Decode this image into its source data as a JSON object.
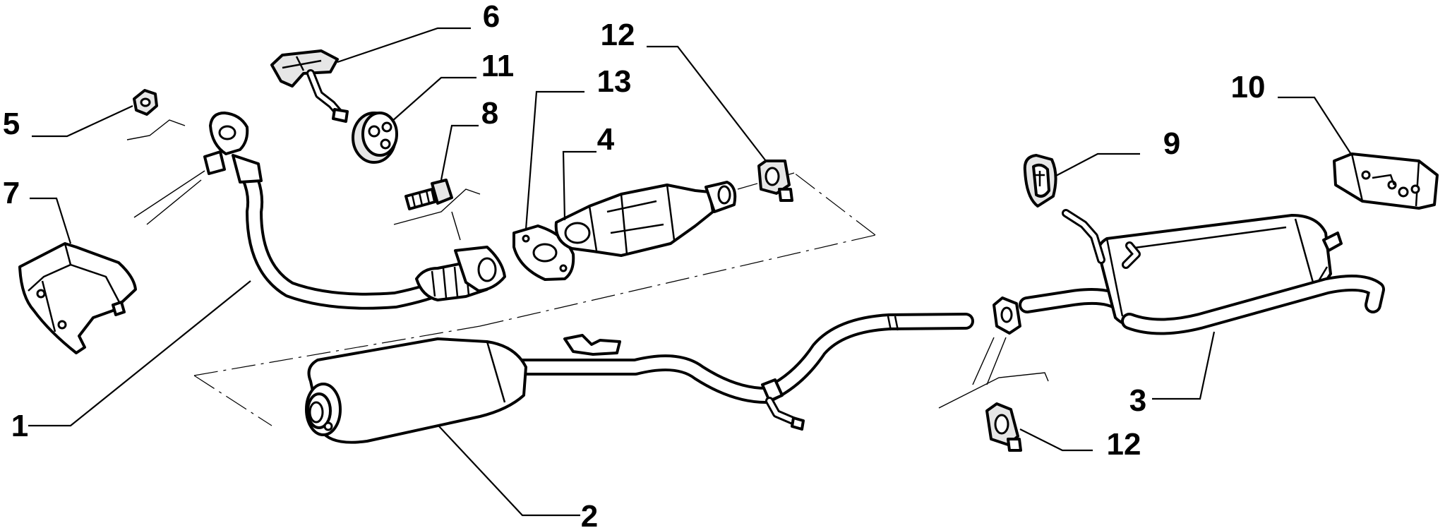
{
  "callouts": [
    {
      "id": "1",
      "label": "1"
    },
    {
      "id": "2",
      "label": "2"
    },
    {
      "id": "3",
      "label": "3"
    },
    {
      "id": "4",
      "label": "4"
    },
    {
      "id": "5",
      "label": "5"
    },
    {
      "id": "6",
      "label": "6"
    },
    {
      "id": "7",
      "label": "7"
    },
    {
      "id": "8",
      "label": "8"
    },
    {
      "id": "9",
      "label": "9"
    },
    {
      "id": "10",
      "label": "10"
    },
    {
      "id": "11",
      "label": "11"
    },
    {
      "id": "12a",
      "label": "12"
    },
    {
      "id": "12b",
      "label": "12"
    },
    {
      "id": "13",
      "label": "13"
    }
  ]
}
